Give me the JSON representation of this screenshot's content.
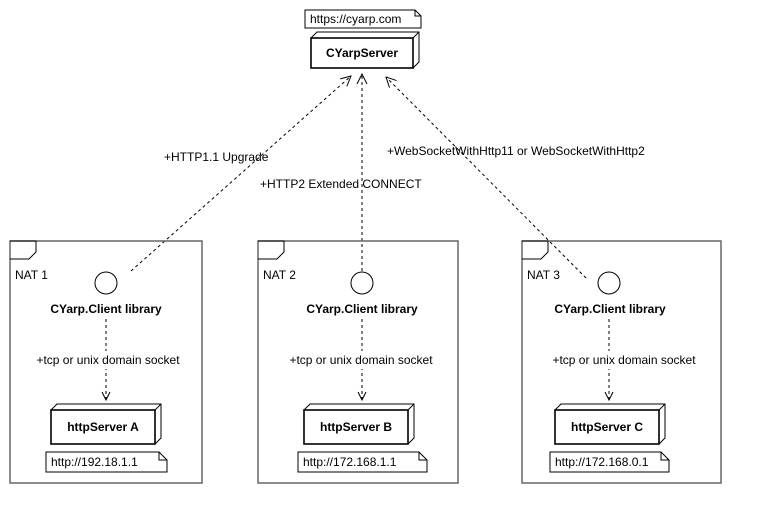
{
  "server": {
    "name": "CYarpServer",
    "url": "https://cyarp.com"
  },
  "protocols": {
    "left": "+HTTP1.1 Upgrade",
    "middle": "+HTTP2 Extended CONNECT",
    "right": "+WebSocketWithHttp11 or WebSocketWithHttp2"
  },
  "nats": [
    {
      "label": "NAT 1",
      "client": "CYarp.Client library",
      "link": "+tcp or unix domain socket",
      "http_server": "httpServer A",
      "address": "http://192.18.1.1"
    },
    {
      "label": "NAT 2",
      "client": "CYarp.Client library",
      "link": "+tcp or unix domain socket",
      "http_server": "httpServer B",
      "address": "http://172.168.1.1"
    },
    {
      "label": "NAT 3",
      "client": "CYarp.Client library",
      "link": "+tcp or unix domain socket",
      "http_server": "httpServer C",
      "address": "http://172.168.0.1"
    }
  ]
}
